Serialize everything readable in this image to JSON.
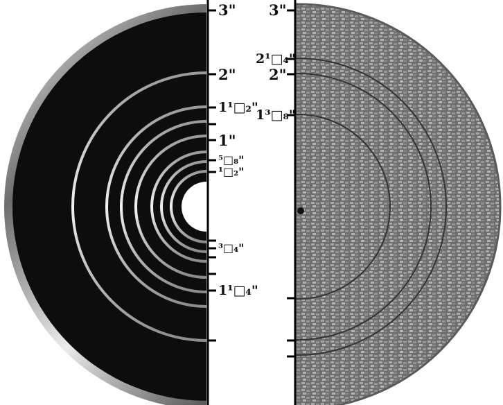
{
  "left_panel": {
    "labels": {
      "l3": "3\"",
      "l2": "2\"",
      "l1_1_2": "1¹□₂\"",
      "l1": "1\"",
      "l5_8": "⁵□₈\"",
      "l1_2": "¹□₂\"",
      "l3_4": "³□₄\"",
      "l1_1_4": "1¹□₄\""
    }
  },
  "right_panel": {
    "labels": {
      "r3": "3\"",
      "r2_1_4": "2¹□₄\"",
      "r2": "2\"",
      "r1_3_8": "1³□₈\""
    }
  },
  "colors": {
    "disc_black": "#0d0d0d",
    "ring_silver": "#c9c9c9",
    "texture_gray": "#7f7f7f",
    "ruler": "#000000"
  }
}
